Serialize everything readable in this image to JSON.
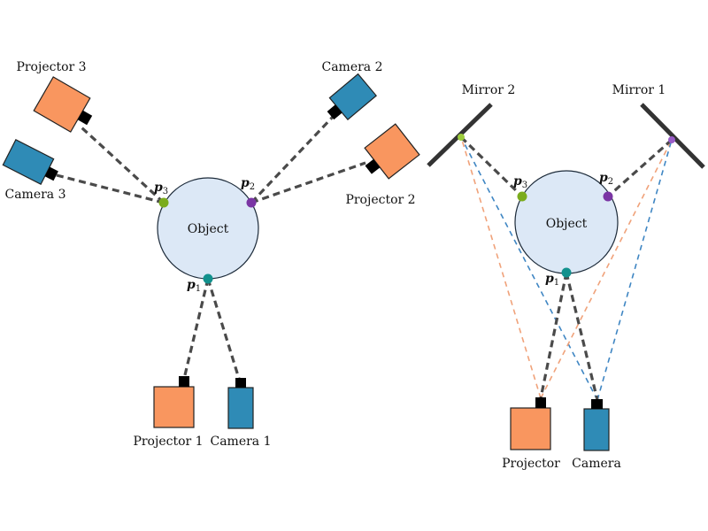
{
  "colors": {
    "projector": "#f9965f",
    "camera": "#2f8bb6",
    "object_fill": "#dce8f6",
    "p1": "#12918d",
    "p2": "#7a35a4",
    "p3": "#7bac1d",
    "ray": "#4a4a4a",
    "ray_orange": "#f0a27a",
    "ray_blue": "#3f86c3",
    "mirror": "#333333"
  },
  "left_diagram": {
    "object_label": "Object",
    "points": [
      {
        "name": "p",
        "sub": "1"
      },
      {
        "name": "p",
        "sub": "2"
      },
      {
        "name": "p",
        "sub": "3"
      }
    ],
    "devices": {
      "projector1": "Projector 1",
      "camera1": "Camera 1",
      "projector2": "Projector 2",
      "camera2": "Camera 2",
      "projector3": "Projector 3",
      "camera3": "Camera 3"
    }
  },
  "right_diagram": {
    "object_label": "Object",
    "points": [
      {
        "name": "p",
        "sub": "1"
      },
      {
        "name": "p",
        "sub": "2"
      },
      {
        "name": "p",
        "sub": "3"
      }
    ],
    "mirror1": "Mirror 1",
    "mirror2": "Mirror 2",
    "projector": "Projector",
    "camera": "Camera"
  }
}
